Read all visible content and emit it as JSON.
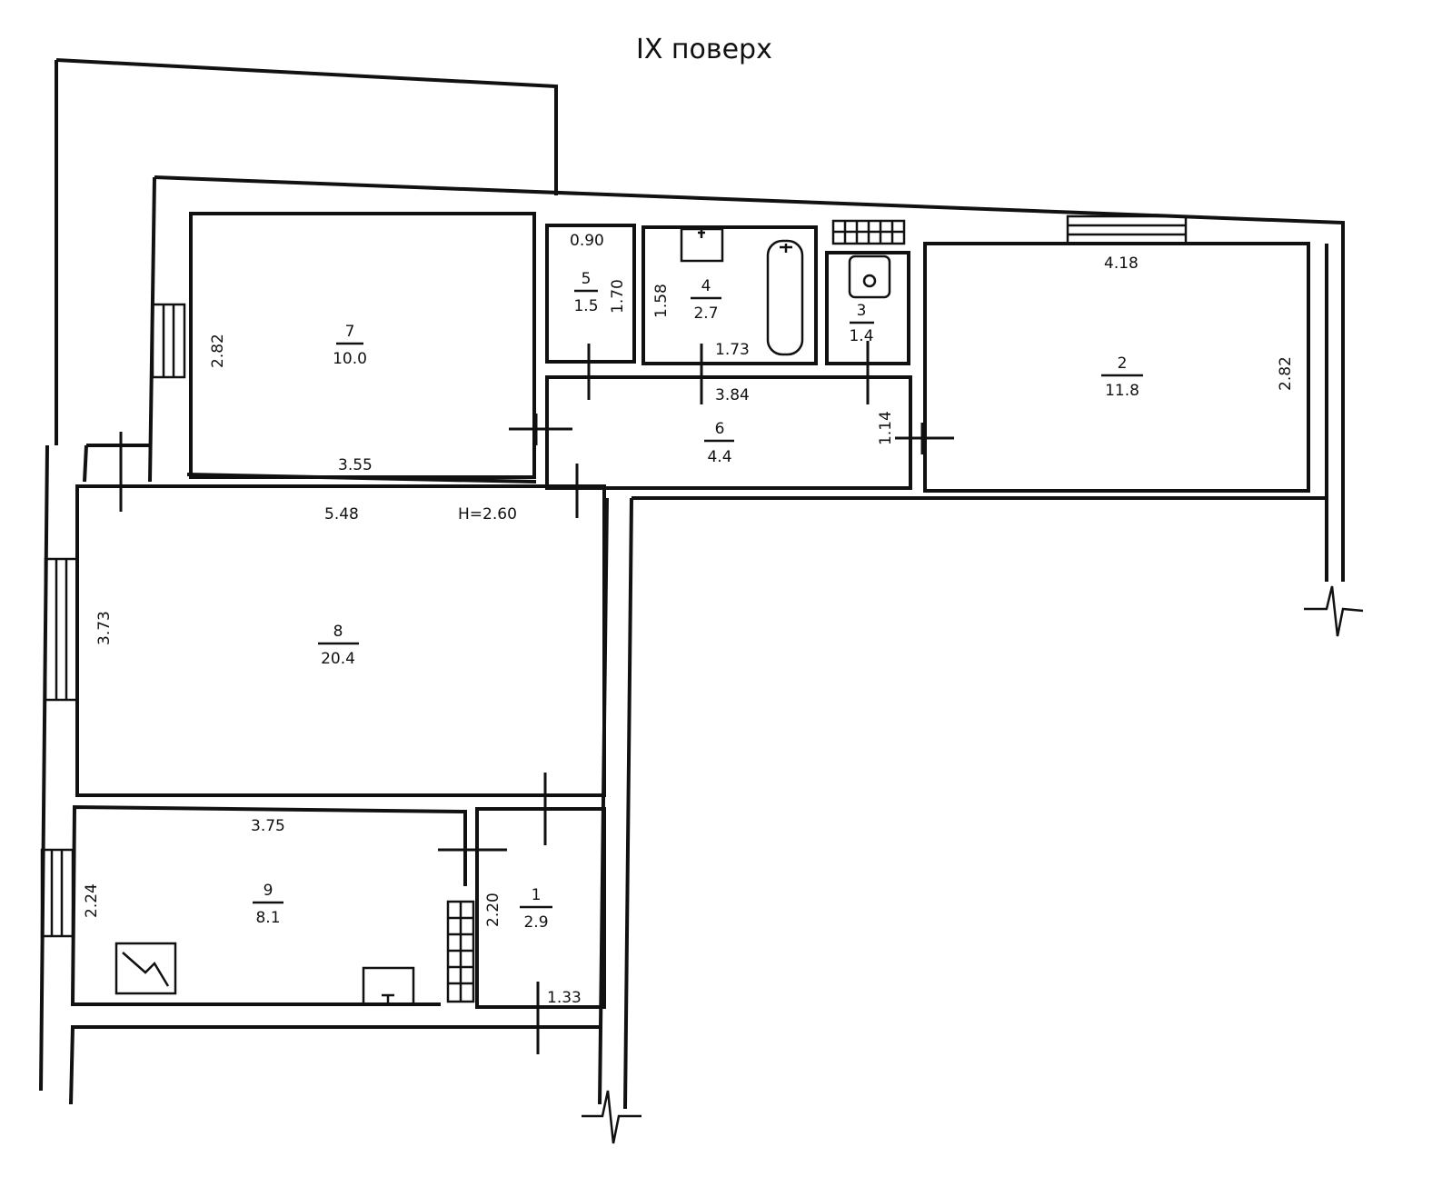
{
  "title": "IX поверх",
  "height_note": "H=2.60",
  "rooms": [
    {
      "number": "1",
      "area": "2.9"
    },
    {
      "number": "2",
      "area": "11.8"
    },
    {
      "number": "3",
      "area": "1.4"
    },
    {
      "number": "4",
      "area": "2.7"
    },
    {
      "number": "5",
      "area": "1.5"
    },
    {
      "number": "6",
      "area": "4.4"
    },
    {
      "number": "7",
      "area": "10.0"
    },
    {
      "number": "8",
      "area": "20.4"
    },
    {
      "number": "9",
      "area": "8.1"
    }
  ],
  "dimensions": {
    "d_0_90": "0.90",
    "d_1_70": "1.70",
    "d_1_58": "1.58",
    "d_1_73": "1.73",
    "d_3_84": "3.84",
    "d_1_14": "1.14",
    "d_4_18": "4.18",
    "d_2_82_room2": "2.82",
    "d_2_82_room7": "2.82",
    "d_3_55": "3.55",
    "d_5_48": "5.48",
    "d_3_73": "3.73",
    "d_3_75": "3.75",
    "d_2_24": "2.24",
    "d_2_20": "2.20",
    "d_1_33": "1.33"
  }
}
